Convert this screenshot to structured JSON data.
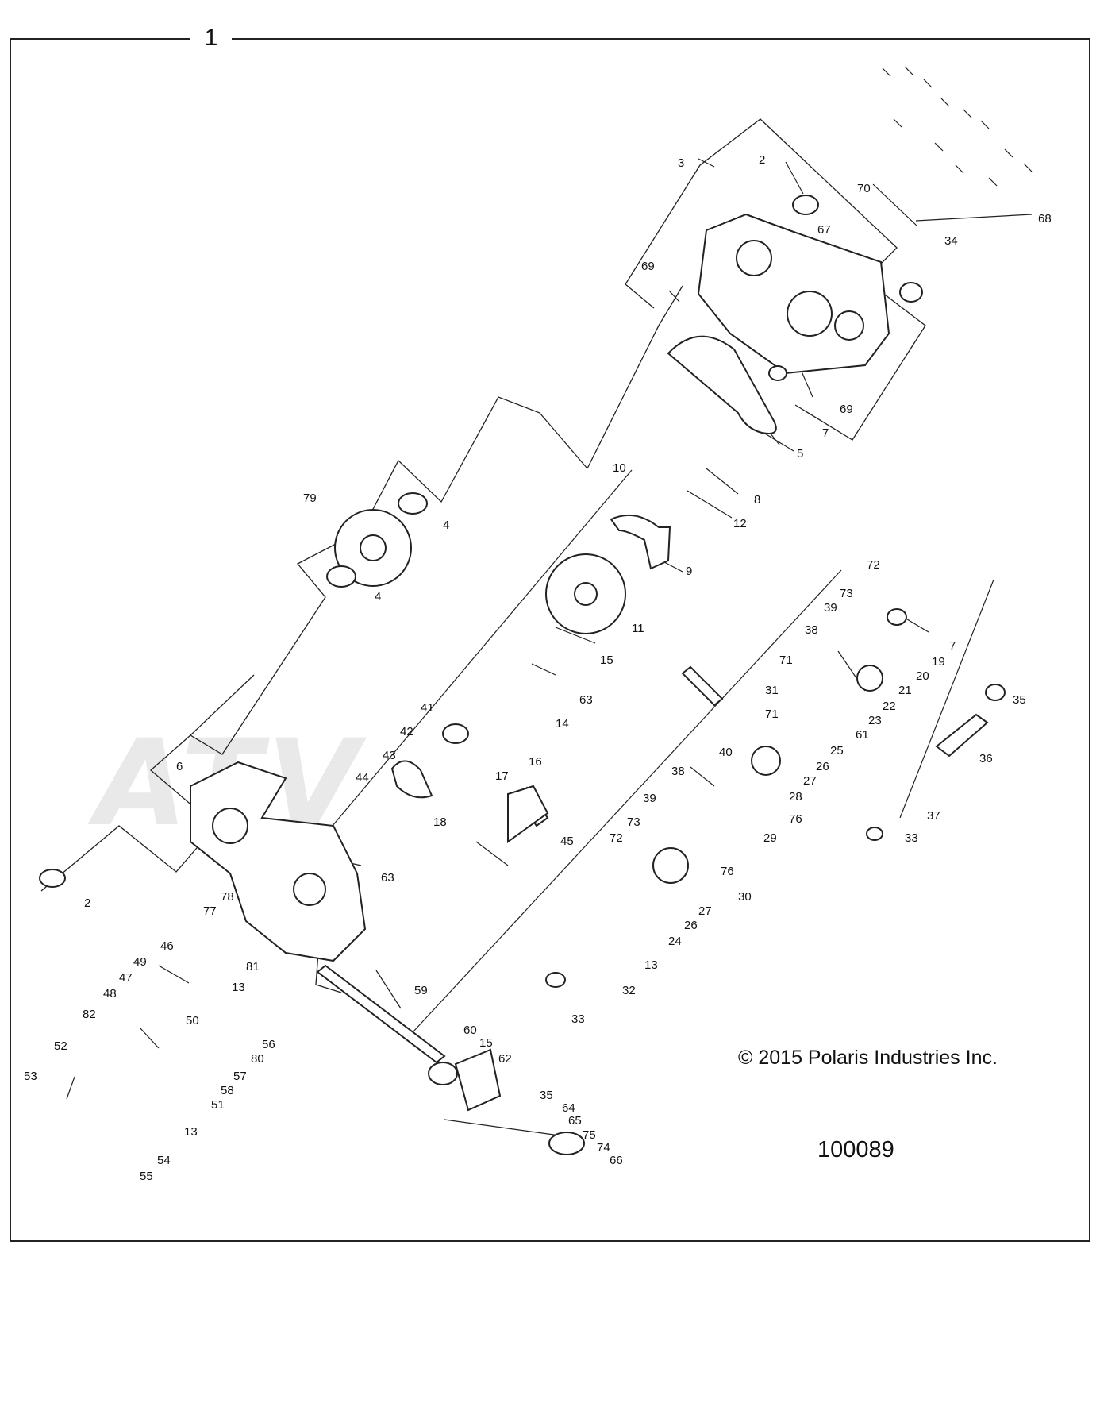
{
  "frame_label": "1",
  "copyright": "© 2015 Polaris Industries Inc.",
  "drawing_number": "100089",
  "watermark": "ATV",
  "callouts": [
    "1",
    "2",
    "3",
    "4",
    "5",
    "6",
    "7",
    "8",
    "9",
    "10",
    "11",
    "12",
    "13",
    "14",
    "15",
    "16",
    "17",
    "18",
    "19",
    "20",
    "21",
    "22",
    "23",
    "24",
    "25",
    "26",
    "27",
    "28",
    "29",
    "30",
    "31",
    "32",
    "33",
    "34",
    "35",
    "36",
    "37",
    "38",
    "39",
    "40",
    "41",
    "42",
    "43",
    "44",
    "45",
    "46",
    "47",
    "48",
    "49",
    "50",
    "51",
    "52",
    "53",
    "54",
    "55",
    "56",
    "57",
    "58",
    "59",
    "60",
    "61",
    "62",
    "63",
    "64",
    "65",
    "66",
    "67",
    "68",
    "69",
    "70",
    "71",
    "72",
    "73",
    "74",
    "75",
    "76",
    "77",
    "78",
    "79",
    "80",
    "81",
    "82"
  ]
}
